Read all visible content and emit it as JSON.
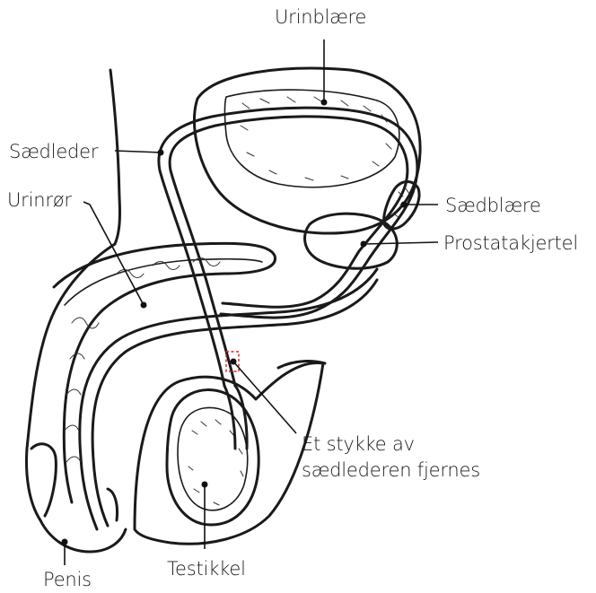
{
  "labels": {
    "urinblaere": "Urinblære",
    "saedleder": "Sædleder",
    "urinror": "Urinrør",
    "saedblaere": "Sædblære",
    "prostatakjertel": "Prostatakjertel",
    "cut_line1": "Et stykke av",
    "cut_line2": "sædlederen fjernes",
    "penis": "Penis",
    "testikkel": "Testikkel"
  },
  "colors": {
    "ink": "#1a1a1a",
    "cut_marker": "#d62020"
  }
}
